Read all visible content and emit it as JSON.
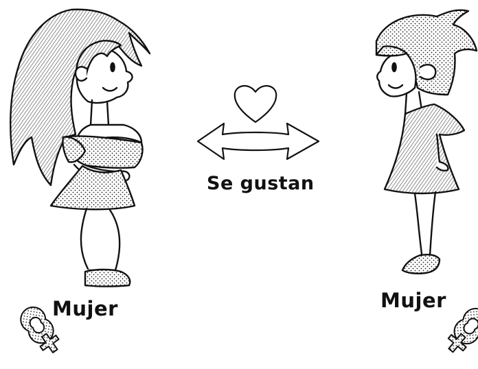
{
  "caption": "Se gustan",
  "left_figure": {
    "label": "Mujer",
    "symbol_icon": "female-symbol-icon"
  },
  "right_figure": {
    "label": "Mujer",
    "symbol_icon": "female-symbol-icon"
  },
  "center_icons": [
    "heart-icon",
    "double-arrow-icon"
  ],
  "colors": {
    "ink": "#111111",
    "background": "#ffffff"
  }
}
